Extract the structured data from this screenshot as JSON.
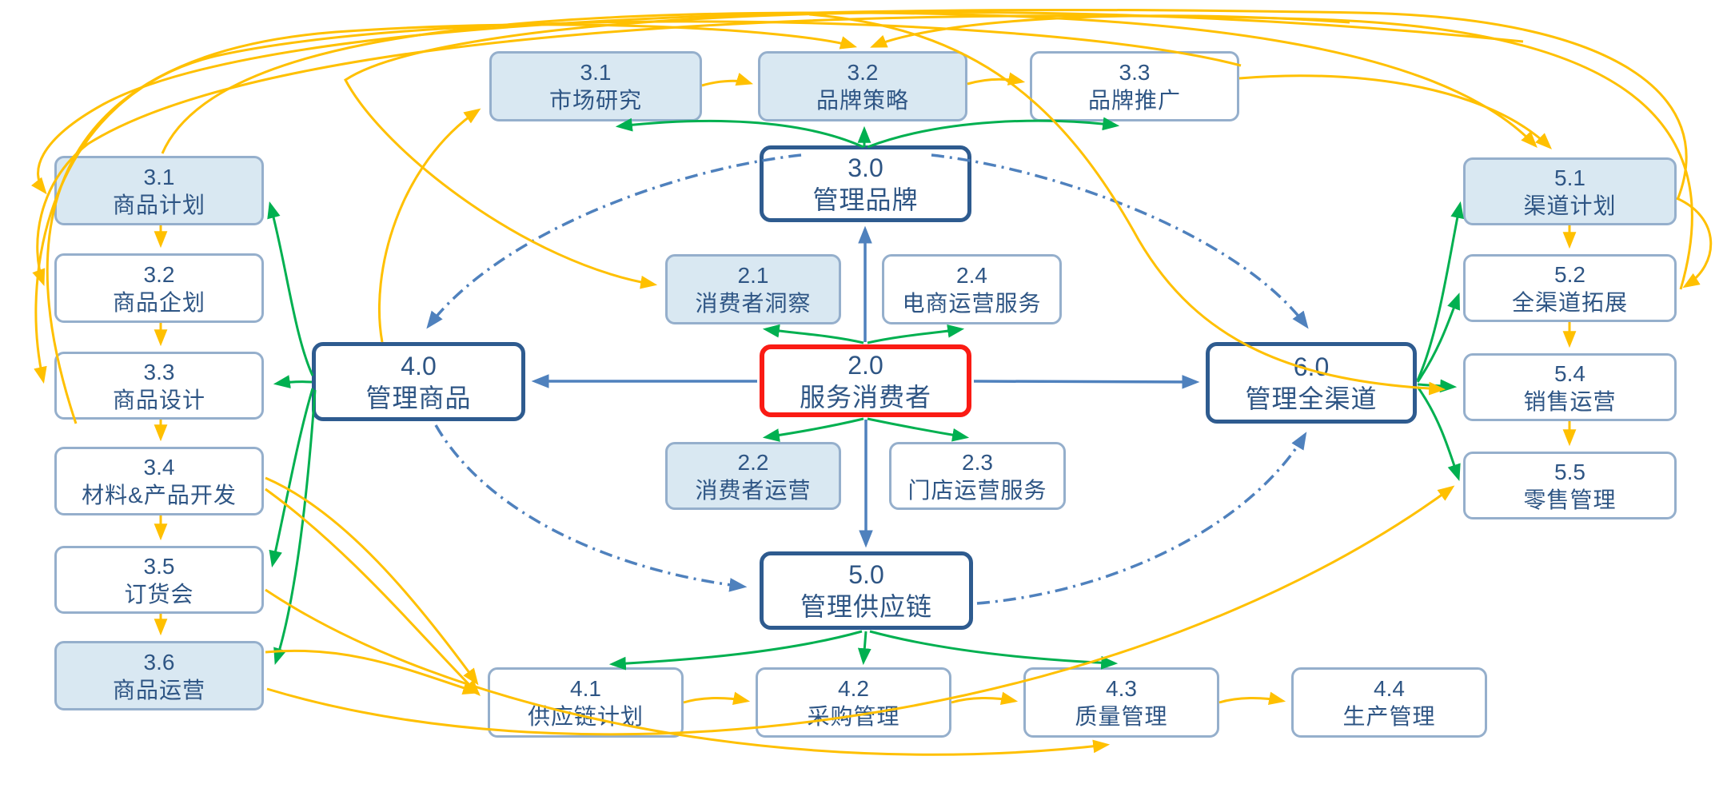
{
  "diagram": {
    "title": "",
    "colors": {
      "flow_yellow": "#FFC000",
      "feedback_green": "#00B050",
      "hub_blue": "#4F81BD",
      "hub_border": "#2E5B8F",
      "sub_border": "#95AFCC",
      "sub_fill": "#D9E8F2",
      "highlight_red": "#FA1B14",
      "text_blue": "#2E5584"
    },
    "boxes": [
      {
        "id": "market-research",
        "num": "3.1",
        "label": "市场研究"
      },
      {
        "id": "brand-strategy",
        "num": "3.2",
        "label": "品牌策略"
      },
      {
        "id": "brand-promotion",
        "num": "3.3",
        "label": "品牌推广"
      },
      {
        "id": "manage-brand",
        "num": "3.0",
        "label": "管理品牌"
      },
      {
        "id": "consumer-insight",
        "num": "2.1",
        "label": "消费者洞察"
      },
      {
        "id": "ecommerce-operation-service",
        "num": "2.4",
        "label": "电商运营服务"
      },
      {
        "id": "manage-product",
        "num": "4.0",
        "label": "管理商品"
      },
      {
        "id": "serve-consumer",
        "num": "2.0",
        "label": "服务消费者"
      },
      {
        "id": "manage-omnichannel",
        "num": "6.0",
        "label": "管理全渠道"
      },
      {
        "id": "consumer-operation",
        "num": "2.2",
        "label": "消费者运营"
      },
      {
        "id": "store-operation-service",
        "num": "2.3",
        "label": "门店运营服务"
      },
      {
        "id": "manage-supply-chain",
        "num": "5.0",
        "label": "管理供应链"
      },
      {
        "id": "product-planning",
        "num": "3.1",
        "label": "商品计划"
      },
      {
        "id": "product-concept",
        "num": "3.2",
        "label": "商品企划"
      },
      {
        "id": "product-design",
        "num": "3.3",
        "label": "商品设计"
      },
      {
        "id": "material-product-dev",
        "num": "3.4",
        "label": "材料&产品开发"
      },
      {
        "id": "order-fair",
        "num": "3.5",
        "label": "订货会"
      },
      {
        "id": "product-operation",
        "num": "3.6",
        "label": "商品运营"
      },
      {
        "id": "channel-planning",
        "num": "5.1",
        "label": "渠道计划"
      },
      {
        "id": "omnichannel-expansion",
        "num": "5.2",
        "label": "全渠道拓展"
      },
      {
        "id": "sales-operation",
        "num": "5.4",
        "label": "销售运营"
      },
      {
        "id": "retail-management",
        "num": "5.5",
        "label": "零售管理"
      },
      {
        "id": "supply-chain-planning",
        "num": "4.1",
        "label": "供应链计划"
      },
      {
        "id": "procurement-management",
        "num": "4.2",
        "label": "采购管理"
      },
      {
        "id": "quality-management",
        "num": "4.3",
        "label": "质量管理"
      },
      {
        "id": "production-management",
        "num": "4.4",
        "label": "生产管理"
      }
    ]
  }
}
